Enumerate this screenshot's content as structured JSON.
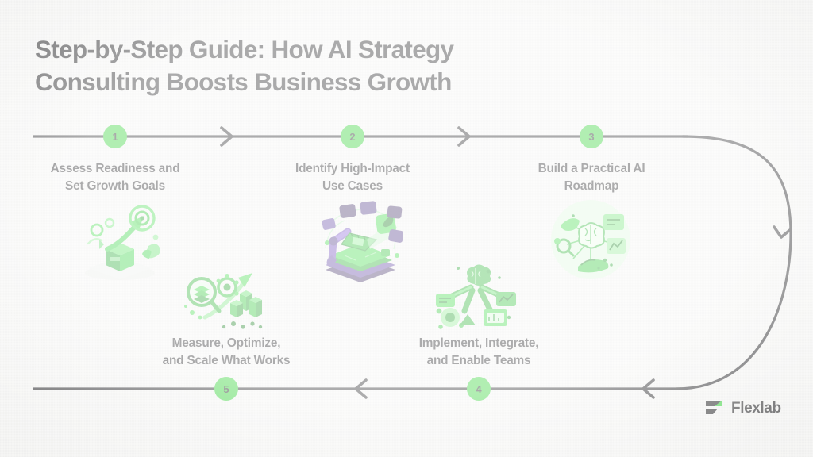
{
  "page": {
    "title": "Step-by-Step Guide: How AI Strategy\nConsulting Boosts Business Growth",
    "background_color": "#f6f6f4",
    "accent_color": "#1fce22",
    "line_color": "#111114",
    "text_color": "#0d0d0f"
  },
  "flow": {
    "direction_top": "left-to-right",
    "direction_bottom": "right-to-left",
    "shape": "serpentine"
  },
  "steps": [
    {
      "number": "1",
      "caption": "Assess Readiness and\nSet Growth Goals",
      "illustration": "target-arrow-cube-icon",
      "row": "top"
    },
    {
      "number": "2",
      "caption": "Identify High-Impact\nUse Cases",
      "illustration": "robotic-arm-chip-icon",
      "row": "top"
    },
    {
      "number": "3",
      "caption": "Build a Practical AI\nRoadmap",
      "illustration": "brain-network-circle-icon",
      "row": "top"
    },
    {
      "number": "4",
      "caption": "Implement, Integrate,\nand Enable Teams",
      "illustration": "integration-network-icon",
      "row": "bottom"
    },
    {
      "number": "5",
      "caption": "Measure, Optimize,\nand Scale What Works",
      "illustration": "magnifier-growth-chart-icon",
      "row": "bottom"
    }
  ],
  "logo": {
    "text": "Flexlab",
    "mark": "flexlab-mark-icon",
    "mark_color": "#0d0d0f",
    "mark_accent_color": "#1fce22"
  }
}
